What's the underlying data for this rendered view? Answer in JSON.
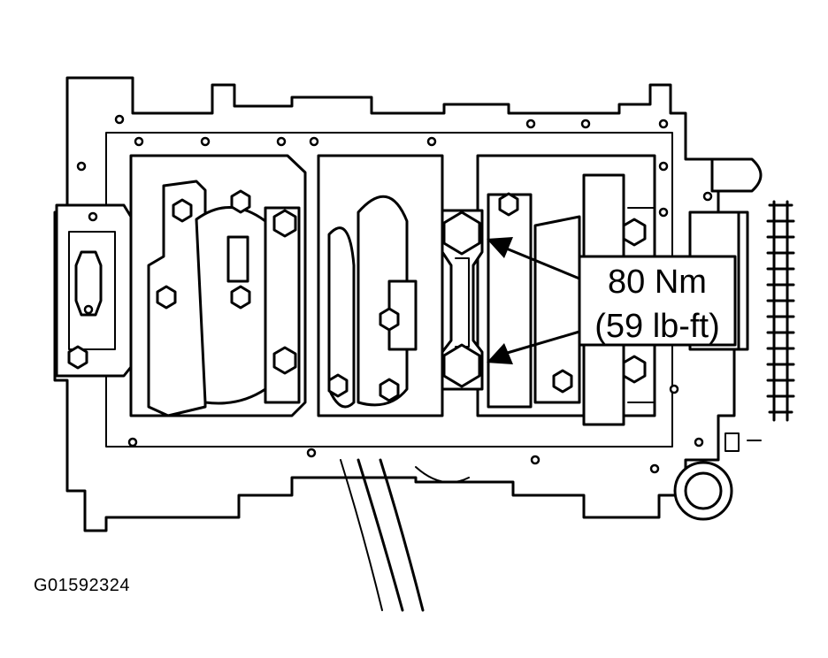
{
  "callout": {
    "torque_nm": "80 Nm",
    "torque_lbft": "(59 lb-ft)"
  },
  "figure_id": "G01592324",
  "icons": {
    "engine_block": "engine-block-line-drawing",
    "arrow": "arrow-pointer"
  }
}
